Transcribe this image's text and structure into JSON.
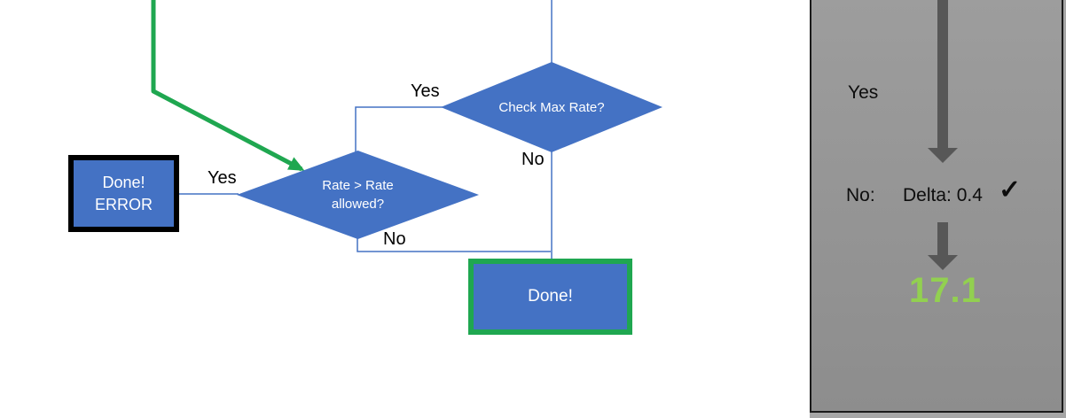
{
  "flowchart": {
    "check_max": {
      "label": "Check Max Rate?",
      "yes_label": "Yes",
      "no_label": "No"
    },
    "rate_allowed": {
      "label": "Rate > Rate allowed?",
      "yes_label": "Yes",
      "no_label": "No"
    },
    "done_error_box": {
      "line1": "Done!",
      "line2": "ERROR"
    },
    "done_box": {
      "label": "Done!"
    }
  },
  "side_panel": {
    "yes_label": "Yes",
    "no_label": "No:",
    "delta_label": "Delta: 0.4",
    "checkmark": "✓",
    "result_value": "17.1"
  },
  "colors": {
    "shape_blue": "#4472C4",
    "flow_green": "#1FA750",
    "result_green": "#92D050",
    "arrow_gray": "#575757",
    "panel_gray": "#949494",
    "border_black": "#000000"
  }
}
